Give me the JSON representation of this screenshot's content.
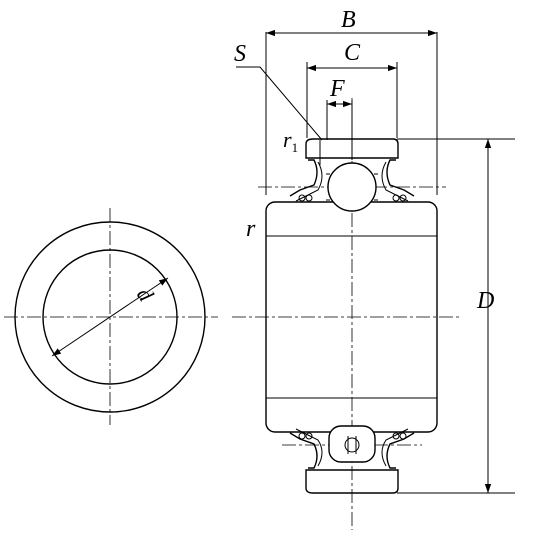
{
  "labels": {
    "B": "B",
    "C": "C",
    "F": "F",
    "S": "S",
    "r1_base": "r",
    "r1_sub": "1",
    "r": "r",
    "D": "D",
    "d": "d"
  },
  "colors": {
    "line": "#000000",
    "background": "#ffffff"
  }
}
